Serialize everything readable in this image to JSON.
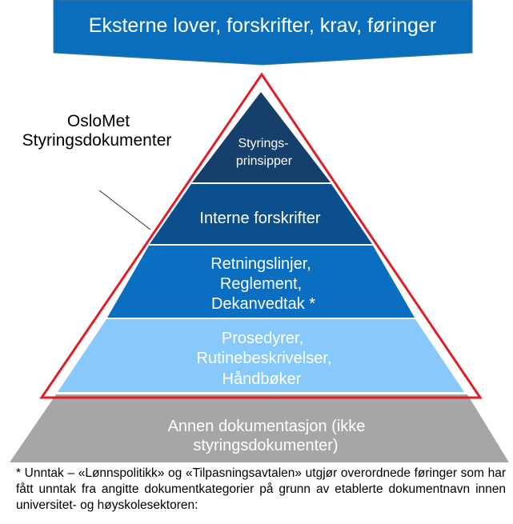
{
  "banner": {
    "text": "Eksterne lover, forskrifter,  krav, føringer"
  },
  "callout": {
    "line1": "OsloMet",
    "line2": "Styringsdokumenter"
  },
  "layers": [
    {
      "lines": [
        "Styrings-",
        "prinsipper"
      ]
    },
    {
      "lines": [
        "Interne forskrifter"
      ]
    },
    {
      "lines": [
        "Retningslinjer,",
        "Reglement,",
        "Dekanvedtak *"
      ]
    },
    {
      "lines": [
        "Prosedyrer,",
        "Rutinebeskrivelser,",
        "Håndbøker"
      ]
    },
    {
      "lines": [
        "Annen dokumentasjon (ikke",
        "styringsdokumenter)"
      ]
    }
  ],
  "footnote": "* Unntak – «Lønnspolitikk» og «Tilpasningsavtalen» utgjør overordnede føringer som har fått unntak fra angitte dokumentkategorier på grunn av etablerte dokumentnavn innen universitet- og høyskolesektoren:",
  "colors": {
    "banner": "#0a6ebd",
    "layer1": "#173f6b",
    "layer2": "#0b4f8c",
    "layer3": "#0a6fc0",
    "layer4": "#86c9fa",
    "base": "#a6a6a6",
    "outline": "#e01e25"
  }
}
